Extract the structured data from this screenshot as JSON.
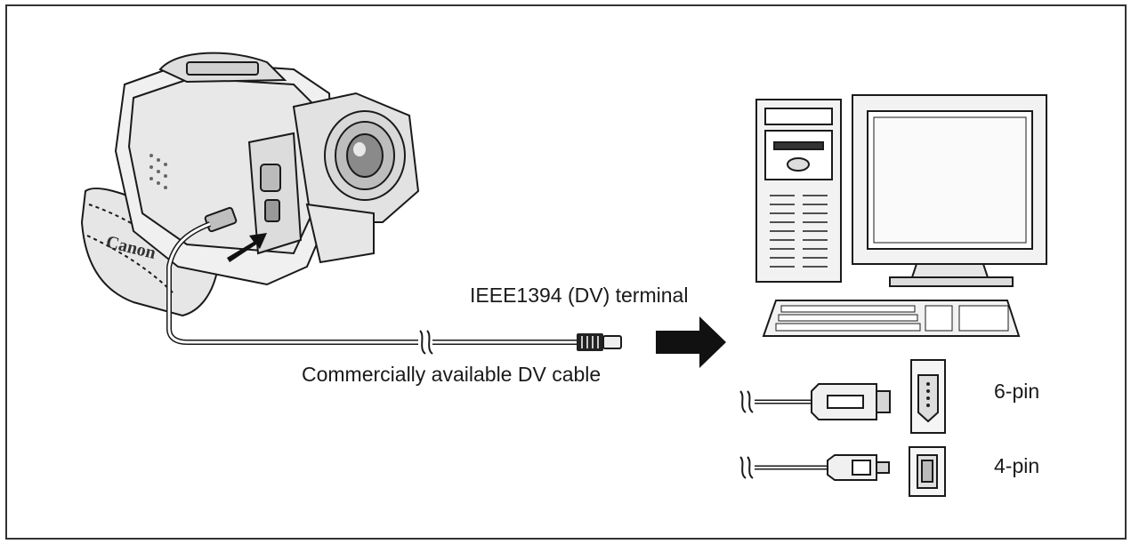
{
  "labels": {
    "terminal": "IEEE1394 (DV) terminal",
    "cable": "Commercially available DV cable",
    "pin6": "6-pin",
    "pin4": "4-pin"
  },
  "logos": {
    "camcorder_brand": "Canon"
  },
  "icons": [
    "camcorder-icon",
    "desktop-computer-icon",
    "keyboard-icon",
    "arrow-right-icon",
    "6-pin-plug-icon",
    "4-pin-plug-icon"
  ],
  "colors": {
    "line": "#1a1a1a",
    "fill_light": "#f2f2f2",
    "fill_mid": "#cfcfcf",
    "arrow": "#111111"
  }
}
